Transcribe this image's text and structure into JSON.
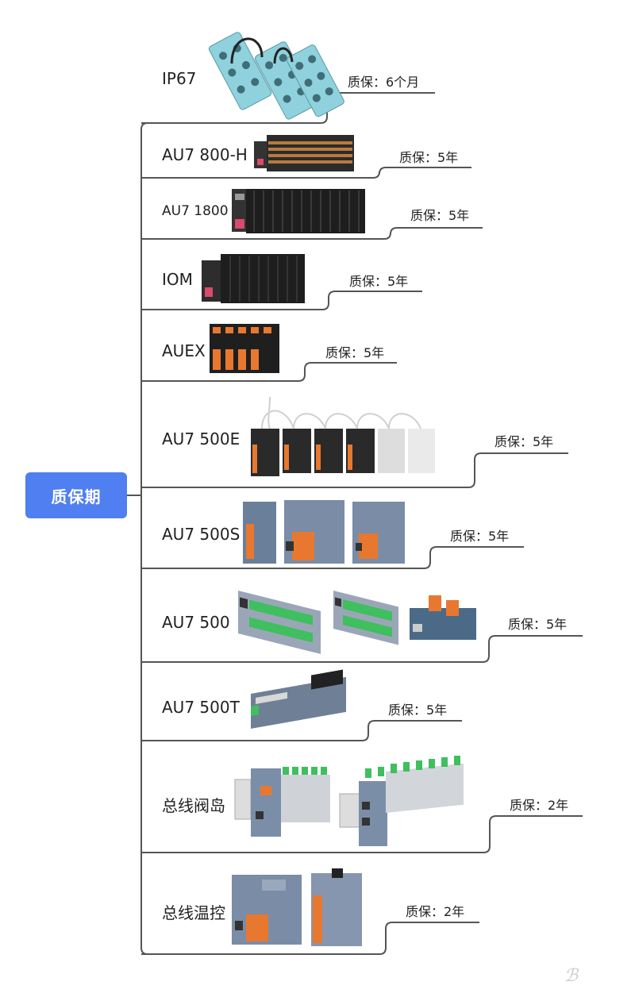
{
  "root": {
    "label": "质保期"
  },
  "branches": [
    {
      "name": "IP67",
      "warranty": "质保：6个月"
    },
    {
      "name": "AU7 800-H",
      "warranty": "质保：5年"
    },
    {
      "name": "AU7 1800",
      "warranty": "质保：5年"
    },
    {
      "name": "IOM",
      "warranty": "质保：5年"
    },
    {
      "name": "AUEX",
      "warranty": "质保：5年"
    },
    {
      "name": "AU7 500E",
      "warranty": "质保：5年"
    },
    {
      "name": "AU7 500S",
      "warranty": "质保：5年"
    },
    {
      "name": "AU7 500",
      "warranty": "质保：5年"
    },
    {
      "name": "AU7 500T",
      "warranty": "质保：5年"
    },
    {
      "name": "总线阀岛",
      "warranty": "质保：2年"
    },
    {
      "name": "总线温控",
      "warranty": "质保：2年"
    }
  ],
  "colors": {
    "root": "#4f7ff0",
    "line": "#555555"
  }
}
